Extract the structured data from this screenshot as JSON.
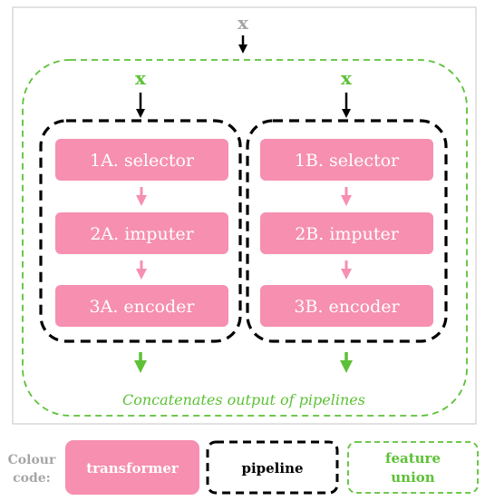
{
  "input_top": "x",
  "branch_a": {
    "input": "x",
    "steps": [
      "1A. selector",
      "2A. imputer",
      "3A. encoder"
    ]
  },
  "branch_b": {
    "input": "x",
    "steps": [
      "1B. selector",
      "2B. imputer",
      "3B. encoder"
    ]
  },
  "union_caption": "Concatenates output of pipelines",
  "legend": {
    "title": "Colour code:",
    "transformer": "transformer",
    "pipeline": "pipeline",
    "feature_union_line1": "feature",
    "feature_union_line2": "union"
  },
  "colors": {
    "transformer": "#f68fb0",
    "pipeline": "#000000",
    "feature_union": "#5cc136",
    "pink_arrow": "#f68fb0",
    "green_arrow": "#5cc136",
    "gray_text": "#a6a6a6",
    "frame": "#cfcfcf"
  }
}
